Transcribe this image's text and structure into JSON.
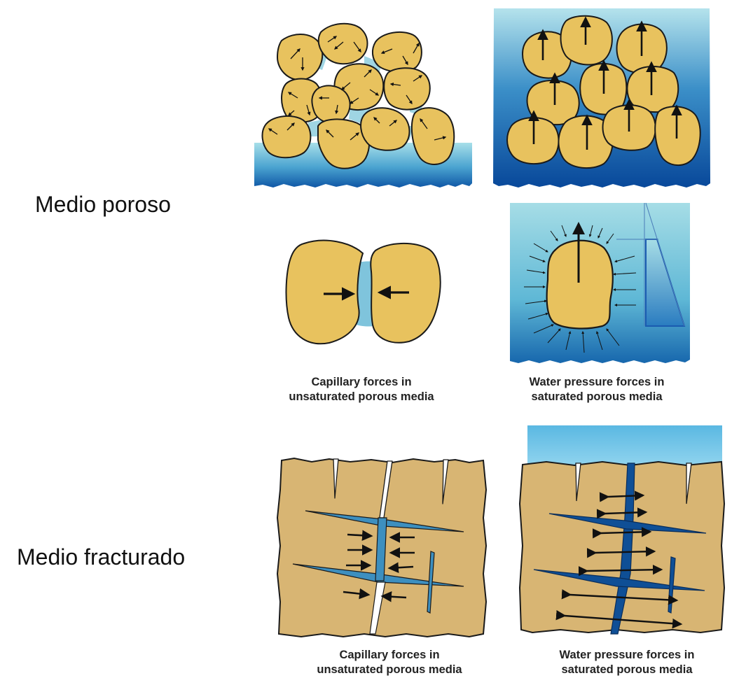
{
  "row_labels": {
    "porous": "Medio poroso",
    "fractured": "Medio fracturado"
  },
  "captions": {
    "porous_left": [
      "Capillary forces in",
      "unsaturated porous media"
    ],
    "porous_right": [
      "Water pressure forces in",
      "saturated porous media"
    ],
    "fractured_left": [
      "Capillary forces in",
      "unsaturated porous media"
    ],
    "fractured_right": [
      "Water pressure forces in",
      "saturated porous media"
    ]
  },
  "colors": {
    "grain": "#e8c25e",
    "rock": "#d8b573",
    "water_light": "#a8dde6",
    "water_dark": "#0a4f9c",
    "arrow": "#111111"
  }
}
